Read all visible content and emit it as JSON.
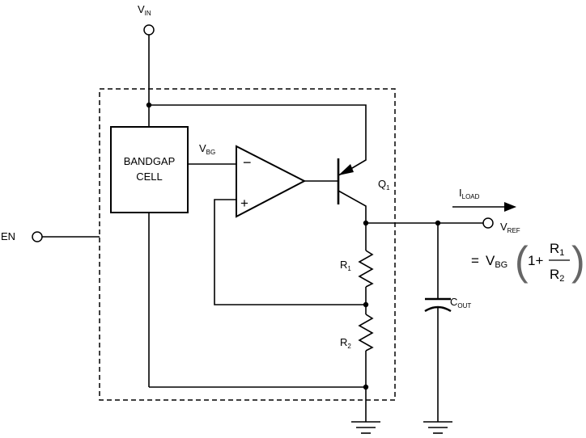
{
  "labels": {
    "vin": {
      "main": "V",
      "sub": "IN"
    },
    "en": "EN",
    "vbg": {
      "main": "V",
      "sub": "BG"
    },
    "bandgap_line1": "BANDGAP",
    "bandgap_line2": "CELL",
    "minus": "−",
    "plus": "+",
    "q1": {
      "main": "Q",
      "sub": "1"
    },
    "iload": {
      "main": "I",
      "sub": "LOAD"
    },
    "vref": {
      "main": "V",
      "sub": "REF"
    },
    "r1": {
      "main": "R",
      "sub": "1"
    },
    "r2": {
      "main": "R",
      "sub": "2"
    },
    "cout": {
      "main": "C",
      "sub": "OUT"
    }
  },
  "equation": {
    "equals": "=",
    "v": "V",
    "v_sub": "BG",
    "paren_left": "(",
    "one_plus": "1+",
    "num": "R",
    "num_sub": "1",
    "den": "R",
    "den_sub": "2",
    "paren_right": ")"
  }
}
